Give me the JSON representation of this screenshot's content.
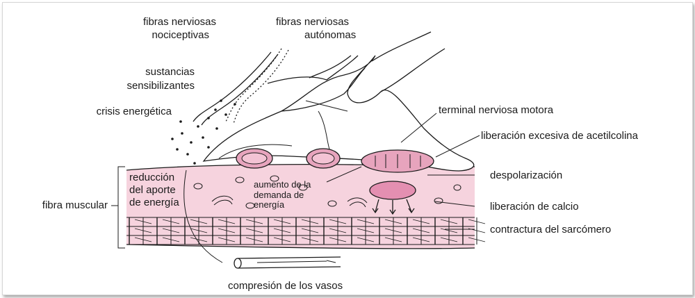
{
  "labels": {
    "fibras_nociceptivas_1": "fibras nerviosas",
    "fibras_nociceptivas_2": "nociceptivas",
    "fibras_autonomas_1": "fibras nerviosas",
    "fibras_autonomas_2": "autónomas",
    "sustancias_1": "sustancias",
    "sustancias_2": "sensibilizantes",
    "crisis": "crisis energética",
    "terminal": "terminal nerviosa motora",
    "liberacion_acetil": "liberación excesiva de acetilcolina",
    "despolarizacion": "despolarización",
    "reduccion_1": "reducción",
    "reduccion_2": "del aporte",
    "reduccion_3": "de energía",
    "aumento_1": "aumento de la",
    "aumento_2": "demanda de",
    "aumento_3": "energía",
    "fibra_muscular": "fibra muscular",
    "liberacion_calcio": "liberación de calcio",
    "contractura": "contractura del sarcómero",
    "compresion": "compresión de los vasos"
  },
  "colors": {
    "muscle_fill": "#f6d3de",
    "vesicle_fill": "#e7a4bd",
    "calcium_fill": "#e48fb1",
    "line": "#1a1a1a"
  }
}
